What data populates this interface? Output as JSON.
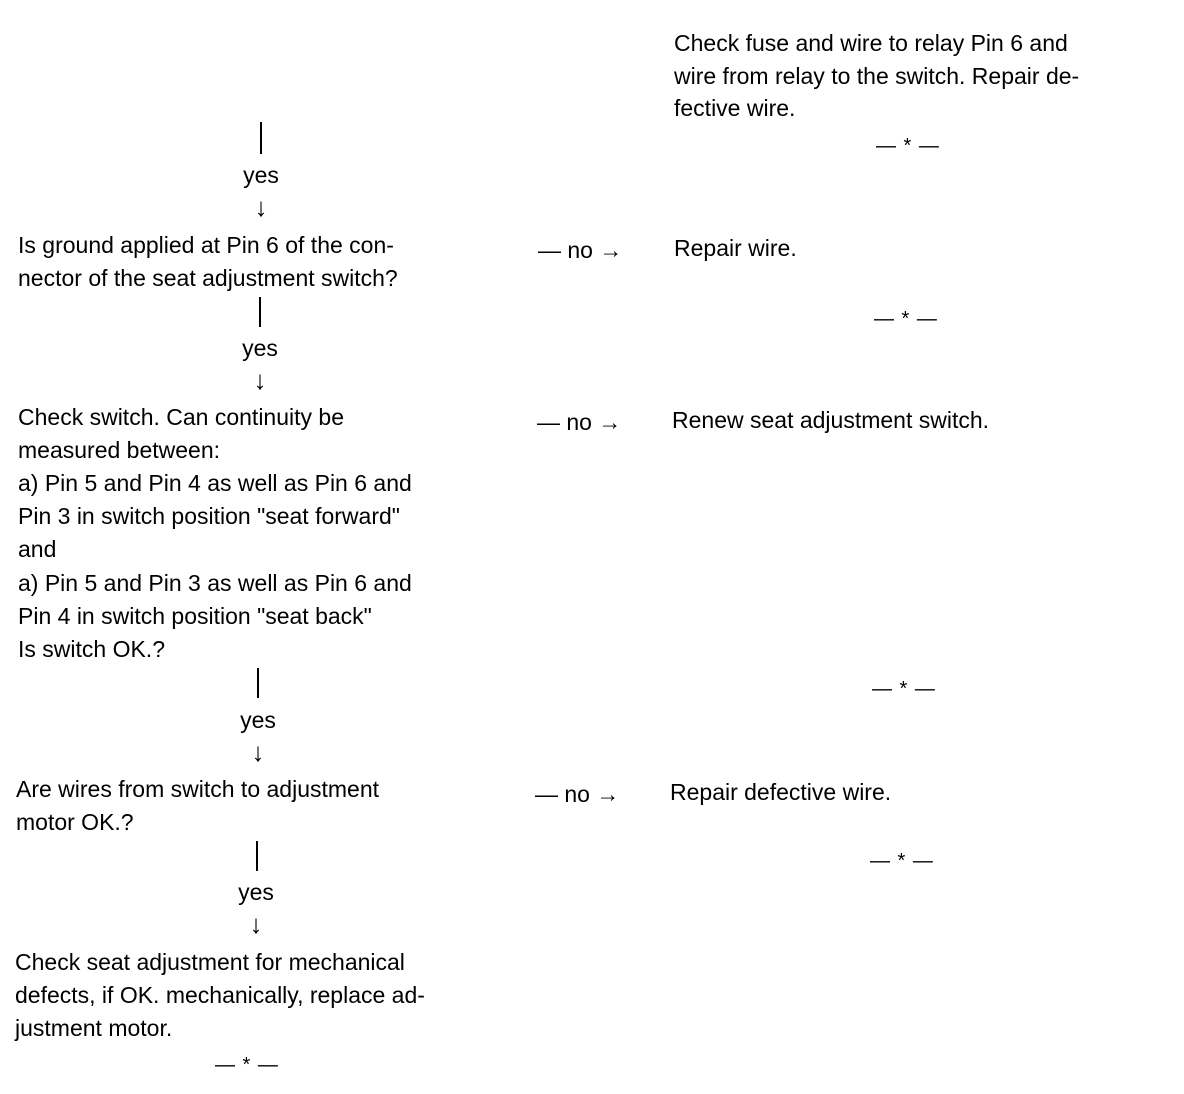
{
  "top_result": {
    "lines": [
      "Check fuse and wire to relay Pin 6 and",
      "wire from relay to the switch. Repair de-",
      "fective wire."
    ],
    "end_mark": "— * —"
  },
  "flow_labels": {
    "yes": "yes",
    "no": "— no →",
    "down_arrow": "↓",
    "end_mark": "— * —"
  },
  "steps": [
    {
      "question": [
        "Is ground applied at Pin 6 of the con-",
        "nector of the seat adjustment switch?"
      ],
      "no_result": "Repair wire."
    },
    {
      "question": [
        "Check switch. Can continuity be",
        "measured between:",
        "a) Pin 5 and Pin 4 as well as Pin 6 and",
        "Pin 3 in switch position \"seat forward\"",
        "and",
        "a) Pin 5 and Pin 3 as well as Pin 6 and",
        "Pin 4 in switch position \"seat back\"",
        "Is switch OK.?"
      ],
      "no_result": "Renew seat adjustment switch."
    },
    {
      "question": [
        "Are wires from switch to adjustment",
        "motor OK.?"
      ],
      "no_result": "Repair defective wire."
    }
  ],
  "final": {
    "lines": [
      "Check seat adjustment for mechanical",
      "defects, if OK. mechanically, replace ad-",
      "justment motor."
    ]
  }
}
